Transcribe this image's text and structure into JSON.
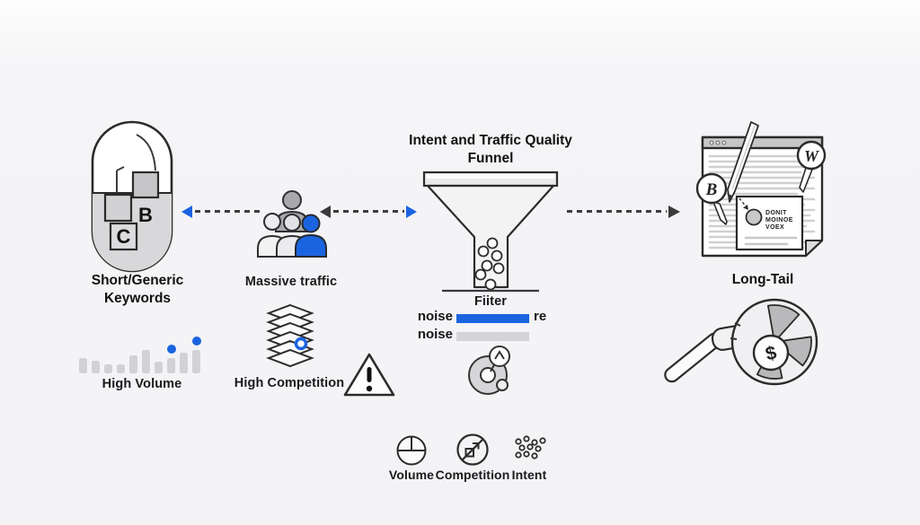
{
  "colors": {
    "accent_blue": "#1a64e0",
    "outline": "#2b2b2b",
    "bar_gray": "#d2d2d4"
  },
  "title": {
    "line1": "Intent and Traffic Quality",
    "line2": "Funnel"
  },
  "left_group": {
    "label_line1": "Short/Generic",
    "label_line2": "Keywords",
    "capsule_letter_b": "B",
    "capsule_letter_c": "C",
    "caption": "High Volume"
  },
  "traffic_group": {
    "caption": "Massive traffic"
  },
  "competition_group": {
    "caption": "High Competition"
  },
  "funnel_group": {
    "filter_caption": "Fiiter",
    "noise_rows": [
      {
        "label": "noise",
        "suffix": "re",
        "bar_color": "#1a64e0"
      },
      {
        "label": "noise",
        "suffix": "",
        "bar_color": "#d4d4d6"
      }
    ]
  },
  "longtail_group": {
    "caption": "Long-Tail",
    "badge_left": "B",
    "badge_right": "W",
    "note_lines": [
      "DONIT",
      "MOINOE",
      "VOEX"
    ],
    "dollar_sign": "$"
  },
  "legend": {
    "items": [
      {
        "icon": "pie-chart-icon",
        "label": "Volume"
      },
      {
        "icon": "no-link-icon",
        "label": "Competition"
      },
      {
        "icon": "dots-cluster-icon",
        "label": "Intent"
      }
    ]
  },
  "chart_data": {
    "type": "bar",
    "title": "High Volume",
    "values": [
      17,
      14,
      10,
      10,
      20,
      26,
      13,
      17,
      23,
      26
    ],
    "highlight_dot_indices": [
      7,
      9
    ],
    "bar_color": "#d2d2d4",
    "dot_color": "#1a64e0"
  }
}
